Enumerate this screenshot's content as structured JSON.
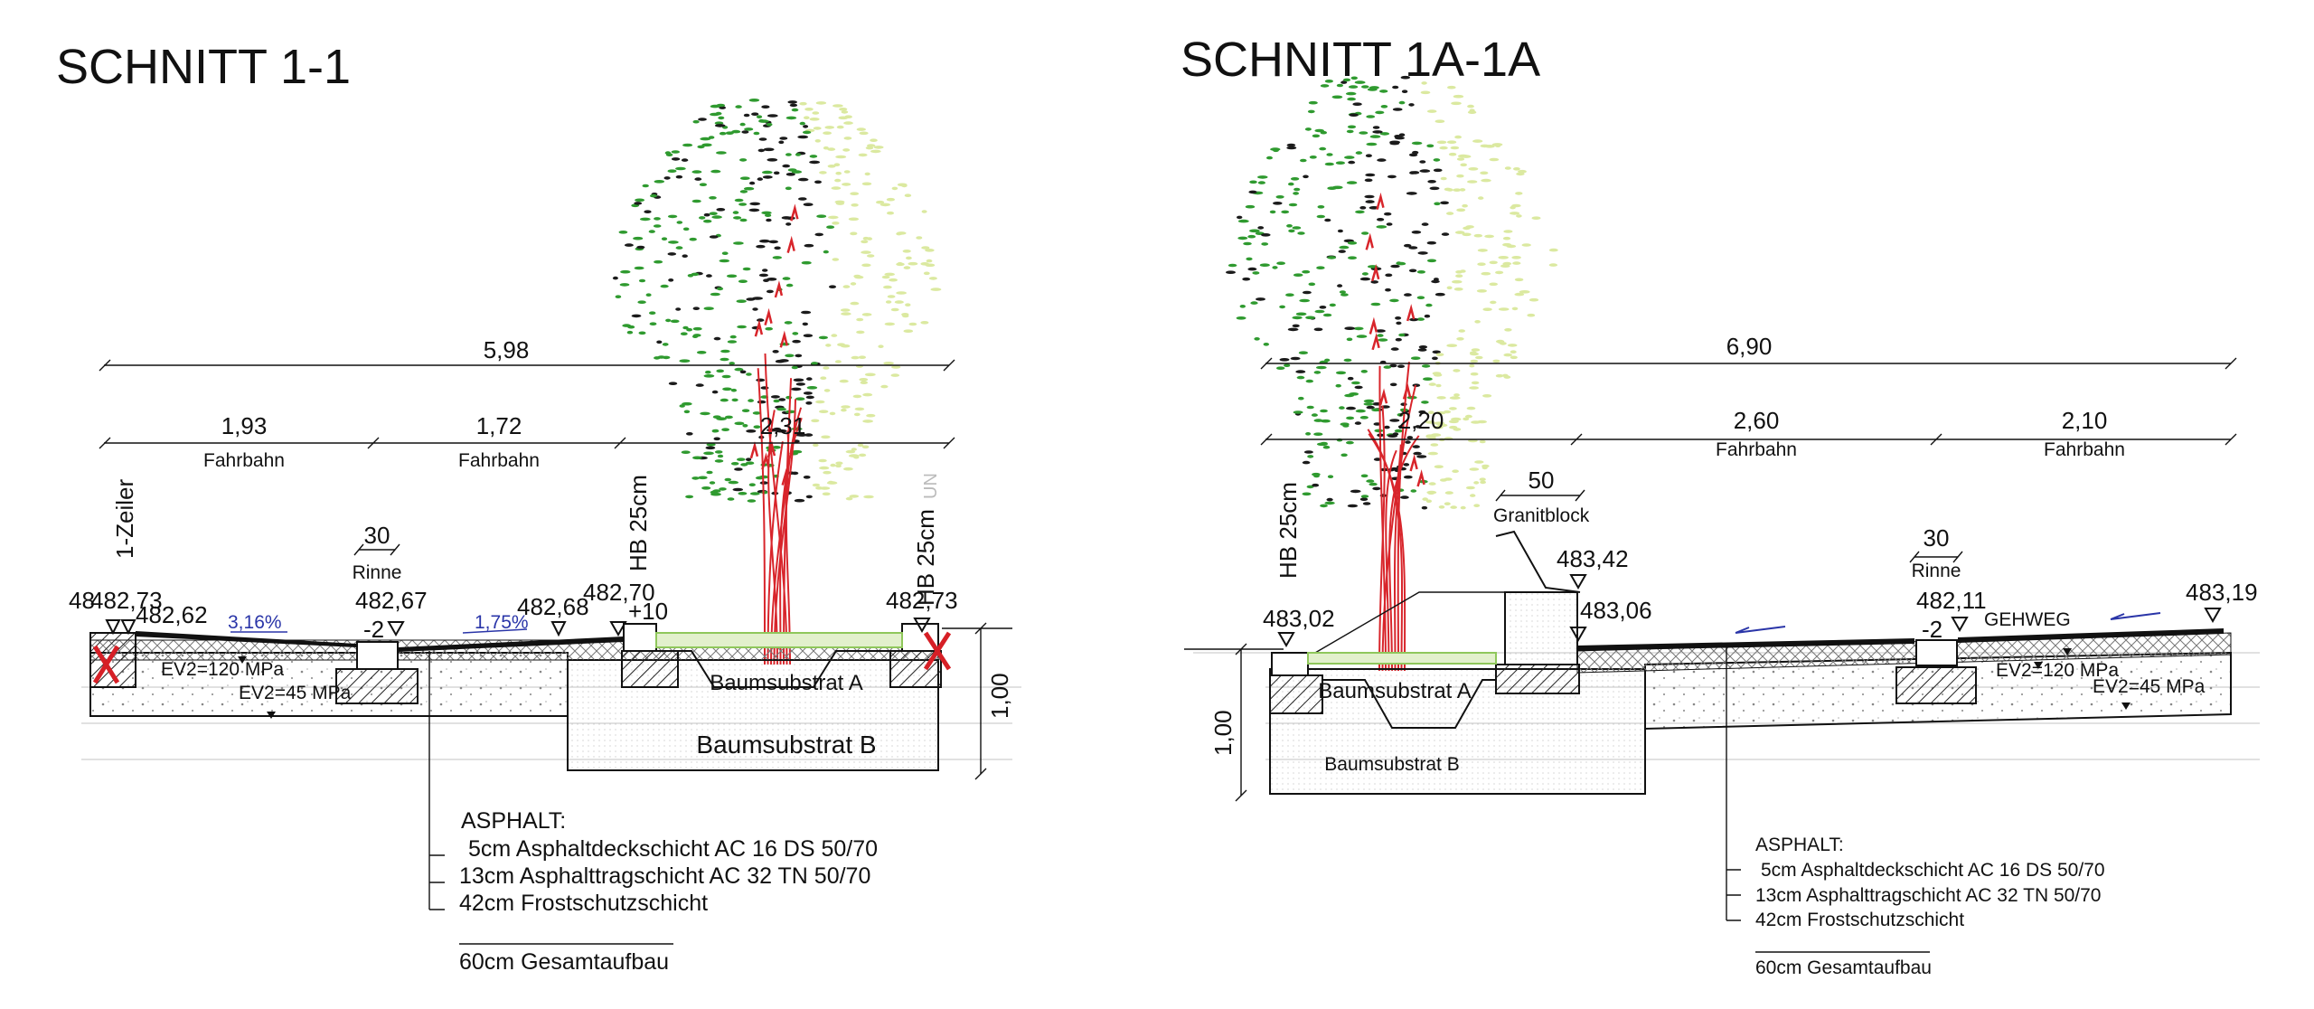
{
  "section_left": {
    "title": "SCHNITT 1-1",
    "total_width": "5,98",
    "segments": [
      "1,93",
      "1,72",
      "2,31"
    ],
    "lane_labels": [
      "Fahrbahn",
      "Fahrbahn"
    ],
    "curb_left": "1-Zeiler",
    "curb_right": "HB 25cm",
    "curb_mid": "HB 25cm",
    "gutter_width": "30",
    "gutter_label": "Rinne",
    "gutter_offset": "-2",
    "step_offset": "+10",
    "faded_label": "UN",
    "elevations": [
      "482,73",
      "482,62",
      "482,67",
      "482,68",
      "482,70",
      "482,73"
    ],
    "elevation_overlap": "48",
    "slopes": [
      "3,16%",
      "1,75%"
    ],
    "ev_labels": [
      "EV2=120 MPa",
      "EV2=45 MPa"
    ],
    "soil_a": "Baumsubstrat A",
    "soil_b": "Baumsubstrat B",
    "depth": "1,00",
    "layers_title": "ASPHALT:",
    "layers": [
      "5cm Asphaltdeckschicht AC 16 DS 50/70",
      "13cm Asphalttragschicht AC 32 TN 50/70",
      "42cm Frostschutzschicht"
    ],
    "total_build": "60cm Gesamtaufbau"
  },
  "section_right": {
    "title": "SCHNITT 1A-1A",
    "total_width": "6,90",
    "segments": [
      "2,20",
      "2,60",
      "2,10"
    ],
    "lane_labels": [
      "Fahrbahn",
      "Fahrbahn"
    ],
    "curb_left": "HB 25cm",
    "granite_width": "50",
    "granite_label": "Granitblock",
    "gutter_width": "30",
    "gutter_label": "Rinne",
    "gutter_offset": "-2",
    "walkway_label": "GEHWEG",
    "elevations": [
      "483,02",
      "483,42",
      "483,06",
      "482,11",
      "483,19"
    ],
    "ev_labels": [
      "EV2=120 MPa",
      "EV2=45 MPa"
    ],
    "soil_a": "Baumsubstrat A",
    "soil_b": "Baumsubstrat B",
    "depth": "1,00",
    "layers_title": "ASPHALT:",
    "layers": [
      "5cm Asphaltdeckschicht AC 16 DS 50/70",
      "13cm Asphalttragschicht AC 32 TN 50/70",
      "42cm Frostschutzschicht"
    ],
    "total_build": "60cm Gesamtaufbau"
  },
  "colors": {
    "ink": "#111111",
    "slope": "#2a35a8",
    "tree_trunk": "#d8252b",
    "foliage_dark": "#1b1b1b",
    "foliage_green": "#2f9a2f",
    "foliage_light": "#dbe9a0",
    "removal_mark": "#d61f26",
    "grass": "#8fc75b"
  }
}
